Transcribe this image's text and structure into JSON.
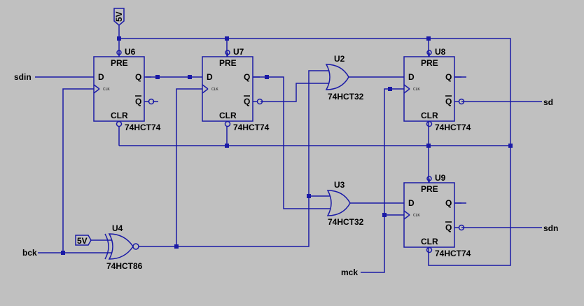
{
  "nets": {
    "sdin": "sdin",
    "bck": "bck",
    "mck": "mck",
    "sd": "sd",
    "sdn": "sdn",
    "vcc_top": "5V",
    "vcc_xor": "5V"
  },
  "flipflops": [
    {
      "ref": "U6",
      "part": "74HCT74",
      "pre": "PRE",
      "clr": "CLR",
      "d": "D",
      "q": "Q",
      "qn": "Q",
      "clk": "CLK"
    },
    {
      "ref": "U7",
      "part": "74HCT74",
      "pre": "PRE",
      "clr": "CLR",
      "d": "D",
      "q": "Q",
      "qn": "Q",
      "clk": "CLK"
    },
    {
      "ref": "U8",
      "part": "74HCT74",
      "pre": "PRE",
      "clr": "CLR",
      "d": "D",
      "q": "Q",
      "qn": "Q",
      "clk": "CLK"
    },
    {
      "ref": "U9",
      "part": "74HCT74",
      "pre": "PRE",
      "clr": "CLR",
      "d": "D",
      "q": "Q",
      "qn": "Q",
      "clk": "CLK"
    }
  ],
  "gates": {
    "U2": {
      "ref": "U2",
      "part": "74HCT32"
    },
    "U3": {
      "ref": "U3",
      "part": "74HCT32"
    },
    "U4": {
      "ref": "U4",
      "part": "74HCT86"
    }
  },
  "colors": {
    "background": "#c0c0c0",
    "wire": "#1a1aa6",
    "text": "#000000"
  }
}
